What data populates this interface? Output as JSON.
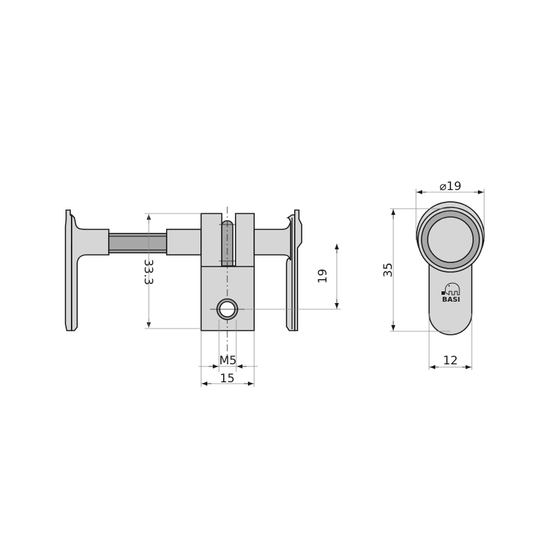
{
  "drawing": {
    "title": "Cylinder lock with knobs - technical drawing",
    "colors": {
      "fill_light": "#d6d6d6",
      "fill_mid": "#a8a8a8",
      "outline": "#1a1a1a",
      "dim_line": "#8a8a8a",
      "background": "#ffffff"
    },
    "side_view": {
      "dimensions": {
        "height_total": "33.3",
        "height_center": "19",
        "thread": "M5",
        "width": "15"
      }
    },
    "front_view": {
      "dimensions": {
        "diameter": "⌀19",
        "height": "35",
        "width": "12"
      },
      "logo_text": "BASI"
    }
  }
}
